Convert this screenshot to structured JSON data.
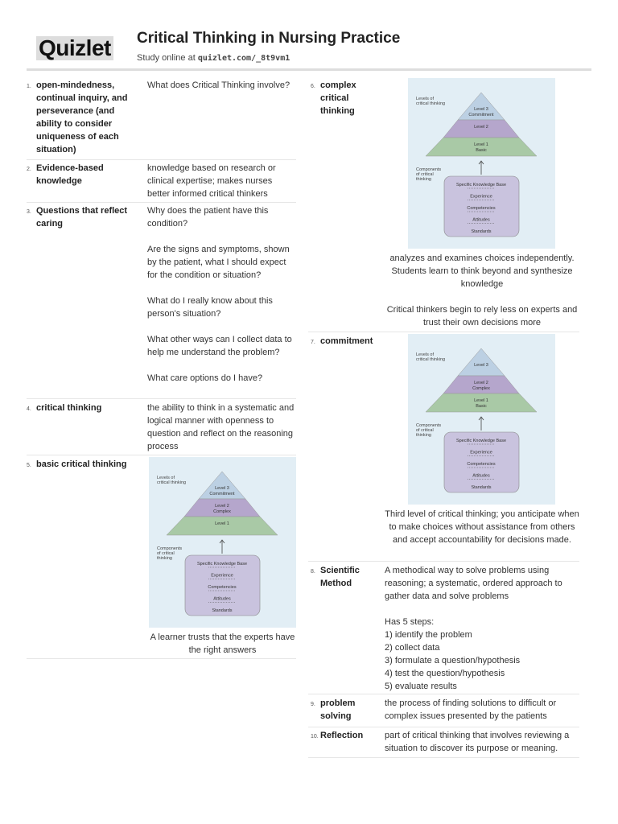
{
  "header": {
    "logo": "Quizlet",
    "title": "Critical Thinking in Nursing Practice",
    "study_prefix": "Study online at ",
    "url": "quizlet.com/_8t9vm1"
  },
  "cards": [
    {
      "num": "1.",
      "term": "open-mindedness, continual inquiry, and perseverance (and ability to consider uniqueness of each situation)",
      "definition": "What does Critical Thinking involve?"
    },
    {
      "num": "2.",
      "term": "Evidence-based knowledge",
      "definition": "knowledge based on research or clinical expertise; makes nurses better informed critical thinkers"
    },
    {
      "num": "3.",
      "term": "Questions that reflect caring",
      "definition": "Why does the patient have this condition?\n\nAre the signs and symptoms, shown by the patient, what I should expect for the condition or situation?\n\nWhat do I really know about this person's situation?\n\nWhat other ways can I collect data to help me understand the problem?\n\nWhat care options do I have?"
    },
    {
      "num": "4.",
      "term": "critical thinking",
      "definition": "the ability to think in a systematic and logical manner with openness to question and reflect on the reasoning process"
    },
    {
      "num": "5.",
      "term": "basic critical thinking",
      "definition": "A learner trusts that the experts have the right answers",
      "diagram": {
        "levels_label": "Levels of critical thinking",
        "level3": [
          "Level 3",
          "Commitment"
        ],
        "level2": [
          "Level 2",
          "Complex"
        ],
        "level1": [
          "Level 1",
          ""
        ],
        "components_label": "Components of critical thinking",
        "components": [
          "Specific Knowledge Base",
          "Experience",
          "Competencies",
          "Attitudes",
          "Standards"
        ]
      }
    },
    {
      "num": "6.",
      "term": "complex critical thinking",
      "definition": "analyzes and examines choices independently. Students learn to think beyond and synthesize knowledge\n\nCritical thinkers begin to rely less on experts and trust their own decisions more",
      "diagram": {
        "levels_label": "Levels of critical thinking",
        "level3": [
          "Level 3",
          "Commitment"
        ],
        "level2": [
          "Level 2",
          ""
        ],
        "level1": [
          "Level 1",
          "Basic"
        ],
        "components_label": "Components of critical thinking",
        "components": [
          "Specific Knowledge Base",
          "Experience",
          "Competencies",
          "Attitudes",
          "Standards"
        ]
      }
    },
    {
      "num": "7.",
      "term": "commitment",
      "definition": "Third level of critical thinking; you anticipate when to make choices without assistance from others and accept accountability for decisions made.",
      "diagram": {
        "levels_label": "Levels of critical thinking",
        "level3": [
          "Level 3",
          ""
        ],
        "level2": [
          "Level 2",
          "Complex"
        ],
        "level1": [
          "Level 1",
          "Basic"
        ],
        "components_label": "Components of critical thinking",
        "components": [
          "Specific Knowledge Base",
          "Experience",
          "Competencies",
          "Attitudes",
          "Standards"
        ]
      }
    },
    {
      "num": "8.",
      "term": "Scientific Method",
      "definition": "A methodical way to solve problems using reasoning; a systematic, ordered approach to gather data and solve problems\n\nHas 5 steps:\n1) identify the problem\n2) collect data\n3) formulate a question/hypothesis\n4) test the question/hypothesis\n5) evaluate results"
    },
    {
      "num": "9.",
      "term": "problem solving",
      "definition": "the process of finding solutions to difficult or complex issues presented by the patients"
    },
    {
      "num": "10.",
      "term": "Reflection",
      "definition": "part of critical thinking that involves reviewing a situation to discover its purpose or meaning."
    }
  ],
  "colors": {
    "diagram_bg": "#e2eef5",
    "level3": "#bcd0e3",
    "level2": "#b5a6cc",
    "level1": "#a9c9a6",
    "components_box": "#c9c3de"
  }
}
